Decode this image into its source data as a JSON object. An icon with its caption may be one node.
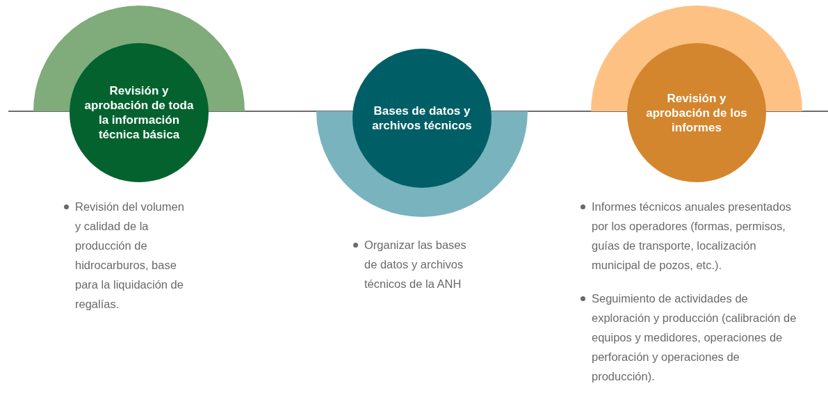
{
  "diagram": {
    "nodes": [
      {
        "text": [
          "Revisión y aprobación de toda la información técnica básica"
        ],
        "beside": [
          "Revisión del volumen y calidad de la producción de hidrocarburos, base para la liquidación de regalías."
        ]
      },
      {
        "text": [
          "Bases de datos y archivos técnicos"
        ],
        "beside": [
          "Organizar las bases de datos y archivos técnicos de la ANH"
        ]
      },
      {
        "text": [
          "Revisión y aprobación de los informes"
        ],
        "beside": [
          "Informes técnicos anuales presentados por los operadores (formas, permisos, guías de transporte, localización municipal de pozos, etc.).",
          "Seguimiento de actividades de exploración y producción (calibración de equipos y medidores, operaciones de perforación y operaciones de producción)."
        ]
      }
    ]
  }
}
